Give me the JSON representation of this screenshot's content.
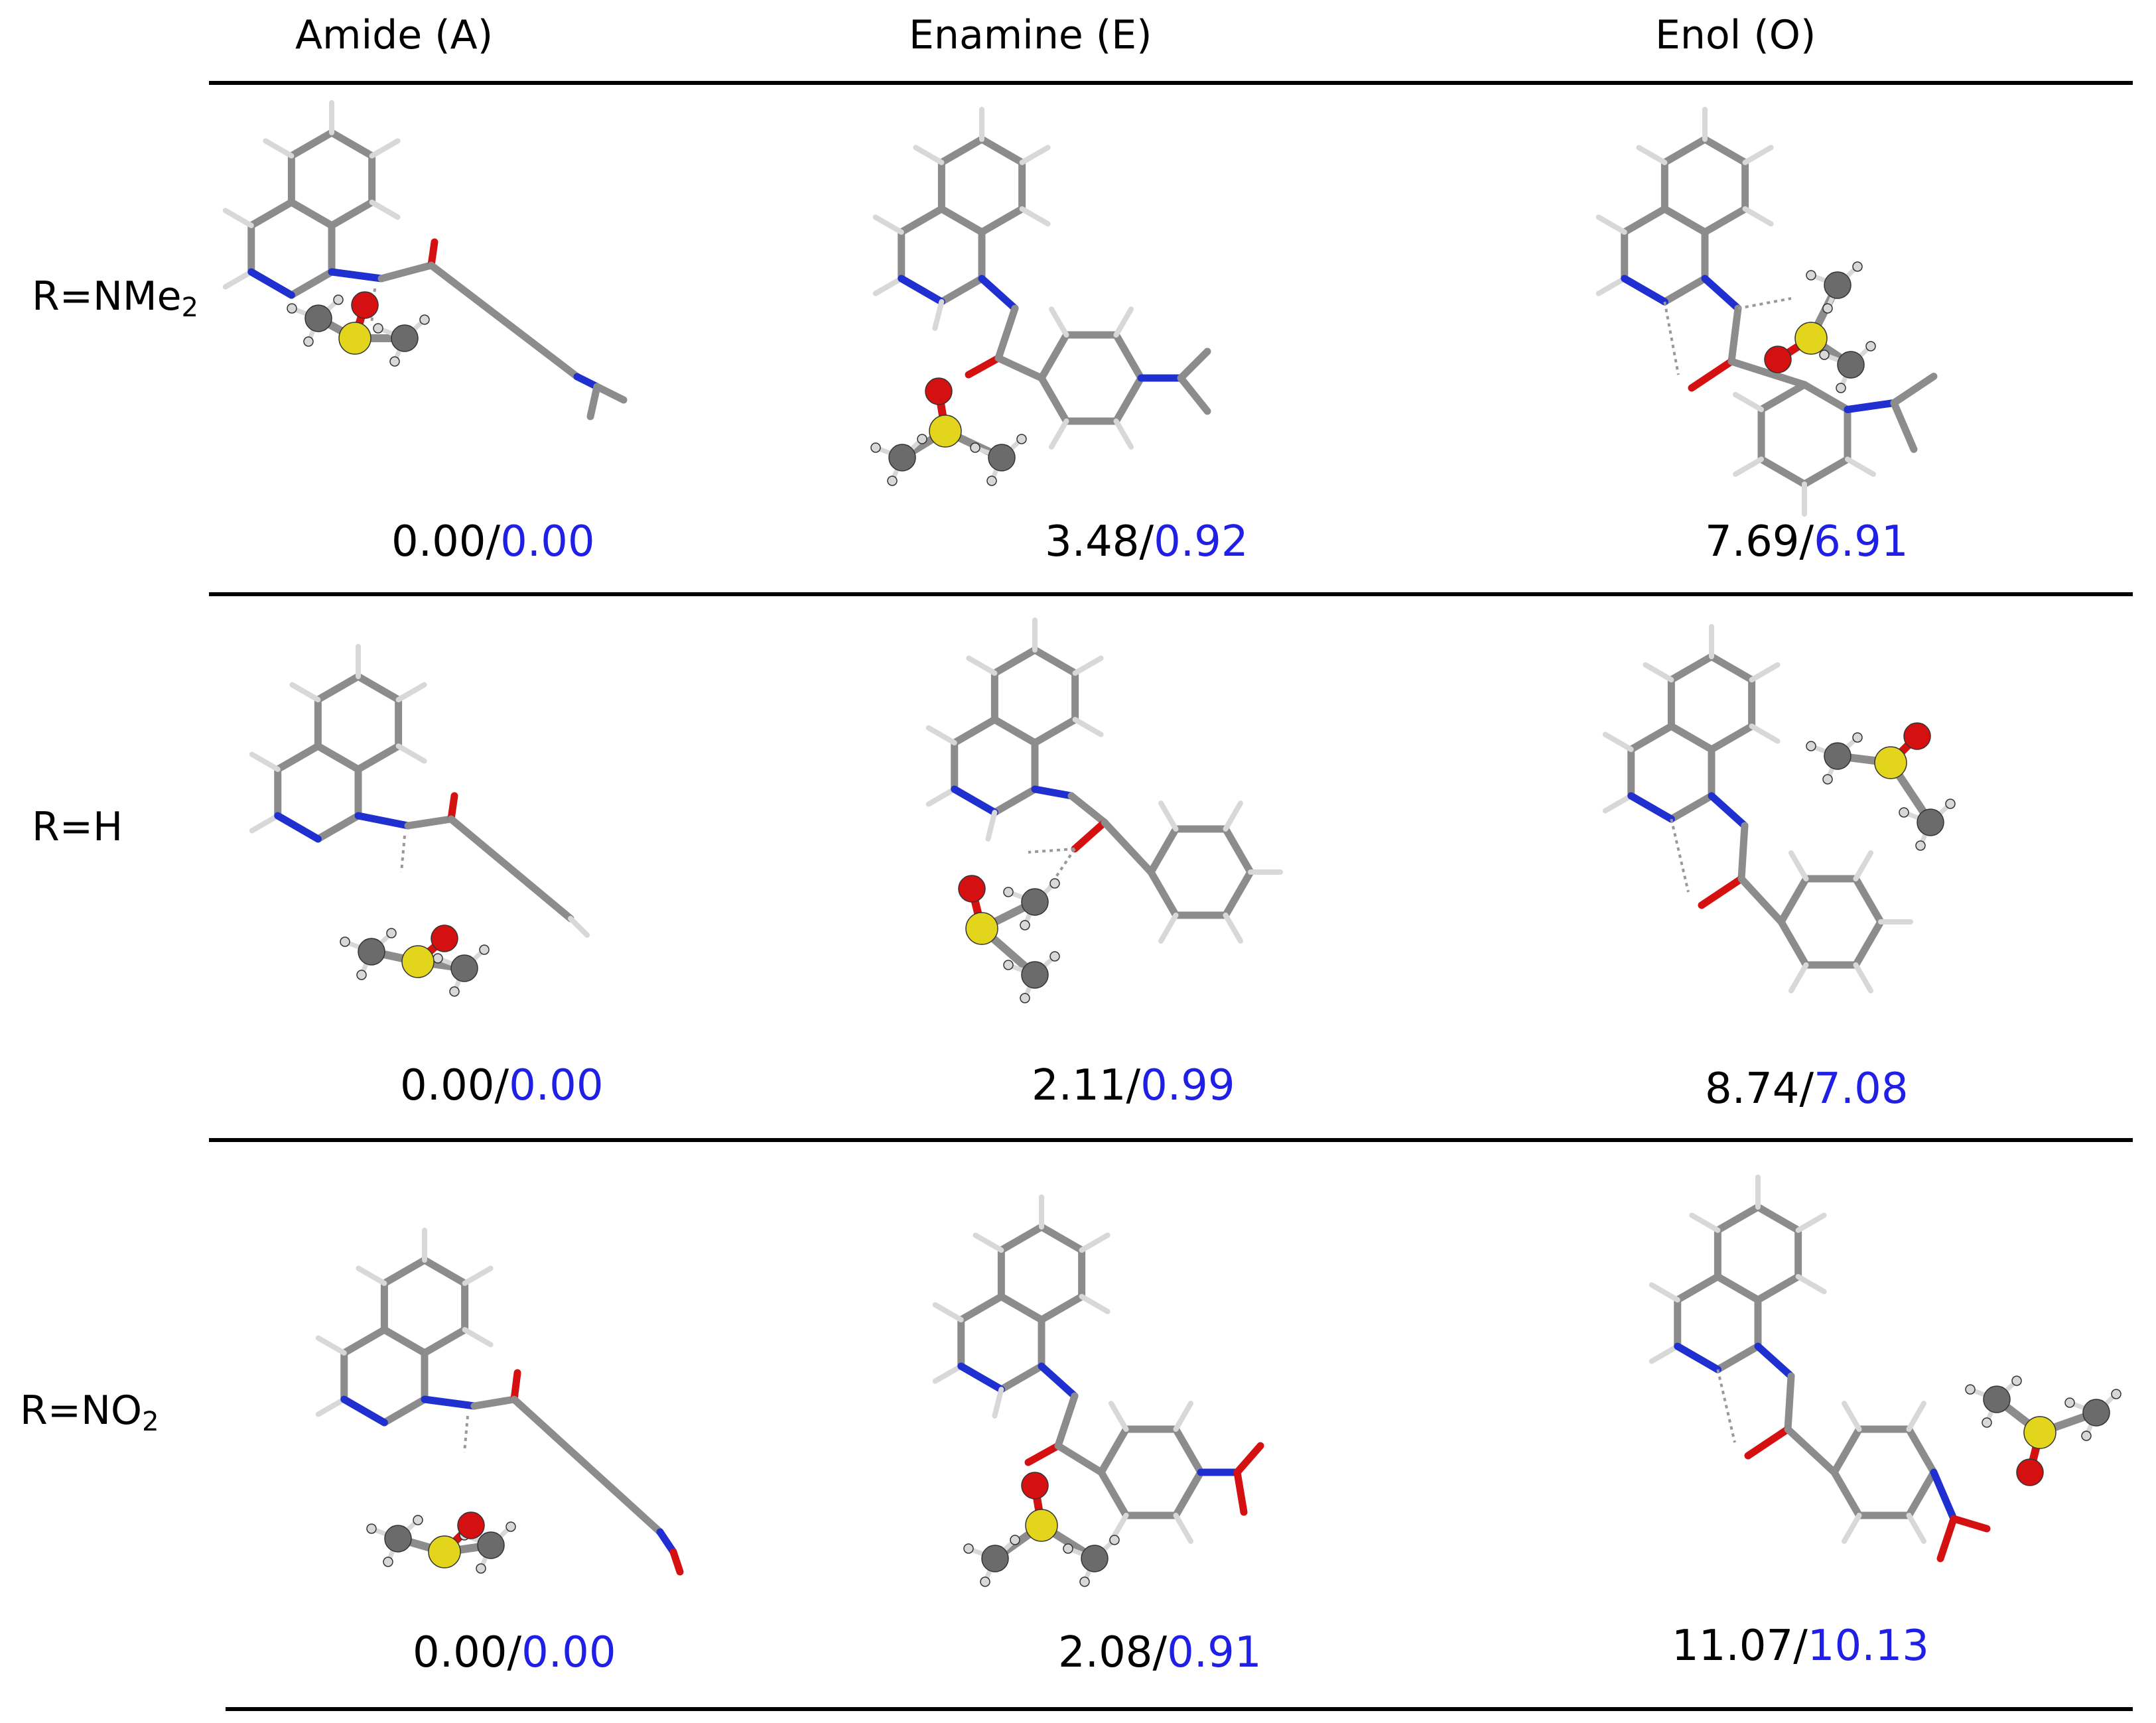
{
  "columns": [
    {
      "label": "Amide (A)"
    },
    {
      "label": "Enamine (E)"
    },
    {
      "label": "Enol (O)"
    }
  ],
  "rows": [
    {
      "label_main": "R=NMe",
      "label_sub": "2",
      "energies": [
        {
          "value1": "0.00",
          "sep": "/",
          "value2": "0.00"
        },
        {
          "value1": "3.48",
          "sep": "/",
          "value2": "0.92"
        },
        {
          "value1": "7.69",
          "sep": "/",
          "value2": "6.91"
        }
      ]
    },
    {
      "label_main": "R=H",
      "label_sub": "",
      "energies": [
        {
          "value1": "0.00",
          "sep": "/",
          "value2": "0.00"
        },
        {
          "value1": "2.11",
          "sep": "/",
          "value2": "0.99"
        },
        {
          "value1": "8.74",
          "sep": "/",
          "value2": "7.08"
        }
      ]
    },
    {
      "label_main": "R=NO",
      "label_sub": "2",
      "energies": [
        {
          "value1": "0.00",
          "sep": "/",
          "value2": "0.00"
        },
        {
          "value1": "2.08",
          "sep": "/",
          "value2": "0.91"
        },
        {
          "value1": "11.07",
          "sep": "/",
          "value2": "10.13"
        }
      ]
    }
  ],
  "colors": {
    "text": "#000000",
    "energy_secondary": "#1f1fe6",
    "carbon_bond": "#8c8c8c",
    "hydrogen": "#d8d8d8",
    "nitrogen": "#1f2fd0",
    "oxygen": "#d41010",
    "sulfur": "#e3d51c"
  },
  "molecule_style": "ball-and-stick / licorice 3D renderings of molecular structures"
}
